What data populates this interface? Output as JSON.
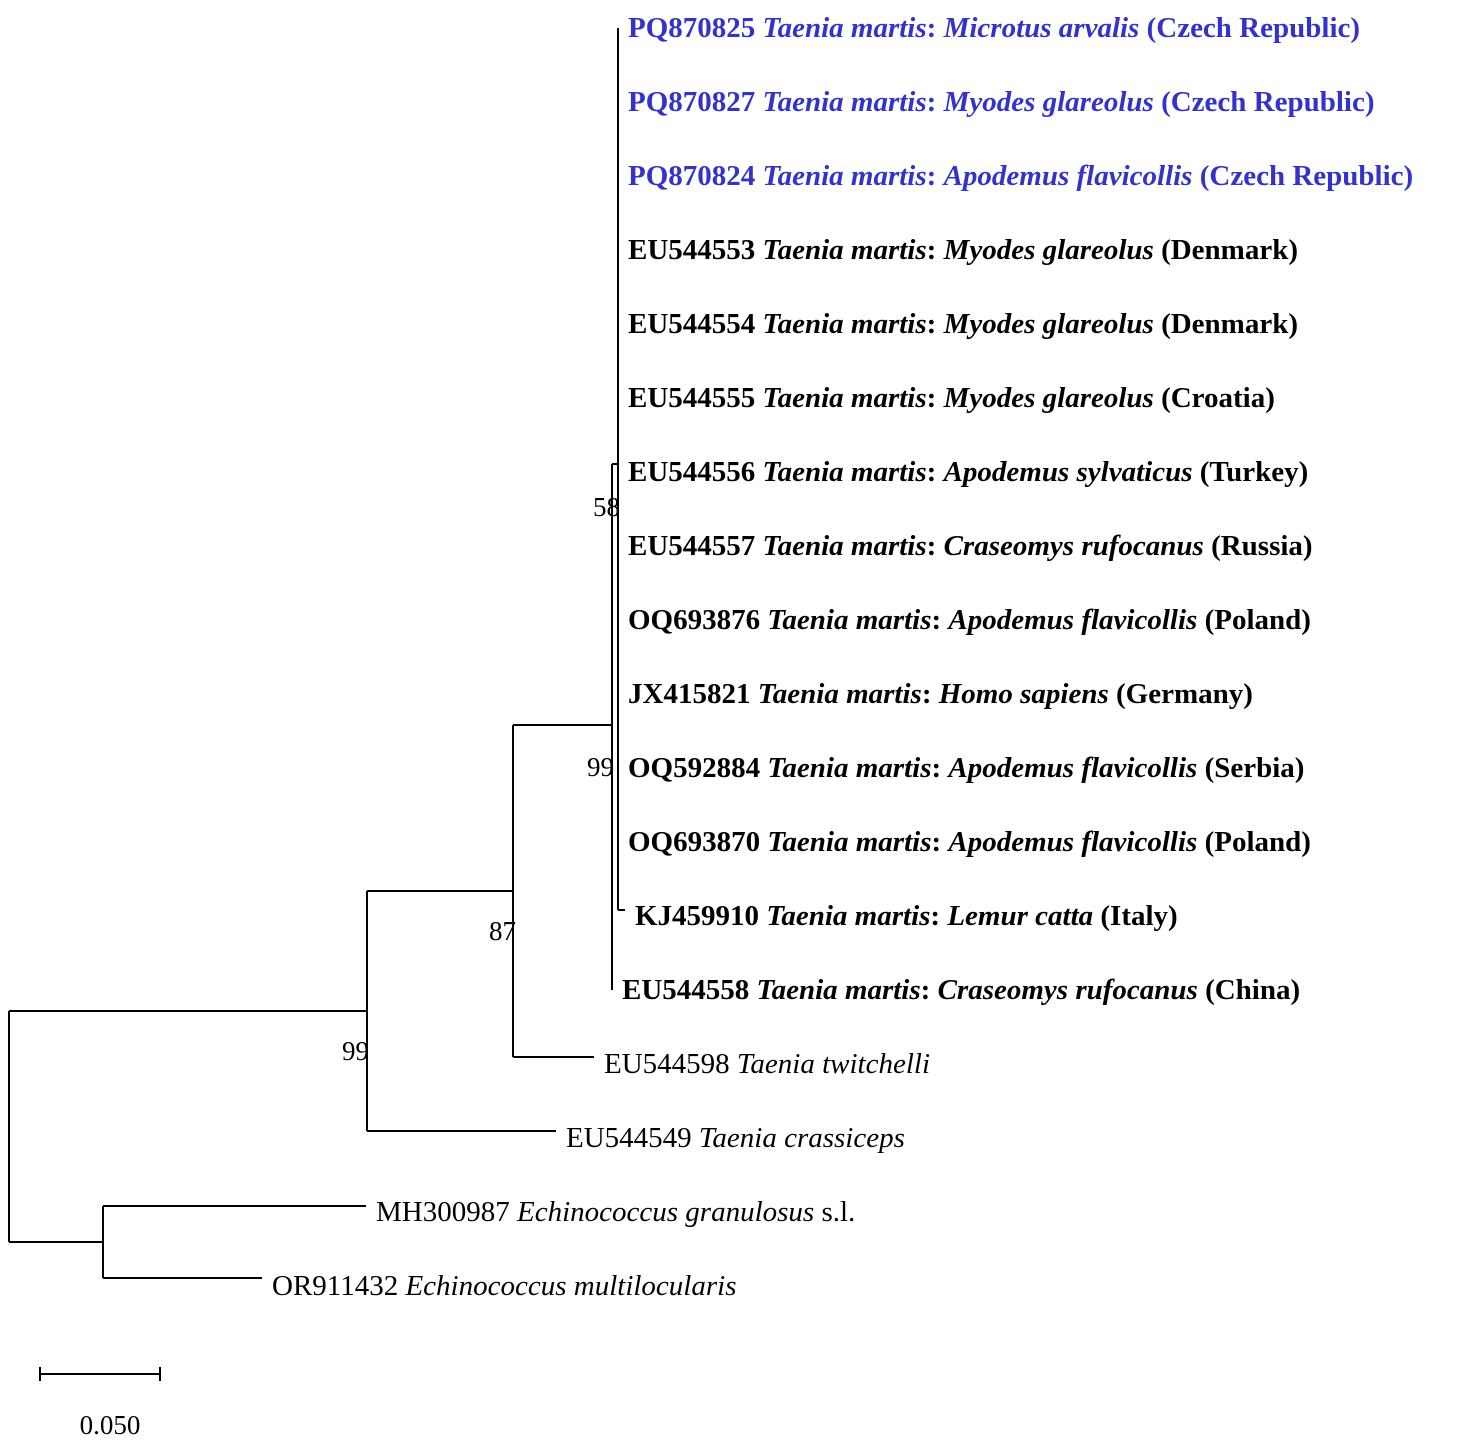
{
  "colors": {
    "highlight": "#3333cc",
    "default": "#000000"
  },
  "taxa": [
    {
      "accession": "PQ870825",
      "parasite": "Taenia martis",
      "host": "Microtus arvalis",
      "country": "Czech Republic",
      "style": "highlight"
    },
    {
      "accession": "PQ870827",
      "parasite": "Taenia martis",
      "host": "Myodes glareolus",
      "country": "Czech Republic",
      "style": "highlight"
    },
    {
      "accession": "PQ870824",
      "parasite": "Taenia martis",
      "host": "Apodemus flavicollis",
      "country": "Czech Republic",
      "style": "highlight"
    },
    {
      "accession": "EU544553",
      "parasite": "Taenia martis",
      "host": "Myodes glareolus",
      "country": "Denmark",
      "style": "bold"
    },
    {
      "accession": "EU544554",
      "parasite": "Taenia martis",
      "host": "Myodes glareolus",
      "country": "Denmark",
      "style": "bold"
    },
    {
      "accession": "EU544555",
      "parasite": "Taenia martis",
      "host": "Myodes glareolus",
      "country": "Croatia",
      "style": "bold"
    },
    {
      "accession": "EU544556",
      "parasite": "Taenia martis",
      "host": "Apodemus sylvaticus",
      "country": "Turkey",
      "style": "bold"
    },
    {
      "accession": "EU544557",
      "parasite": "Taenia martis",
      "host": "Craseomys rufocanus",
      "country": "Russia",
      "style": "bold"
    },
    {
      "accession": "OQ693876",
      "parasite": "Taenia martis",
      "host": "Apodemus flavicollis",
      "country": "Poland",
      "style": "bold"
    },
    {
      "accession": "JX415821",
      "parasite": "Taenia martis",
      "host": "Homo sapiens",
      "country": "Germany",
      "style": "bold"
    },
    {
      "accession": "OQ592884",
      "parasite": "Taenia martis",
      "host": "Apodemus flavicollis",
      "country": "Serbia",
      "style": "bold"
    },
    {
      "accession": "OQ693870",
      "parasite": "Taenia martis",
      "host": "Apodemus flavicollis",
      "country": "Poland",
      "style": "bold"
    },
    {
      "accession": "KJ459910",
      "parasite": "Taenia martis",
      "host": "Lemur catta",
      "country": "Italy",
      "style": "bold"
    },
    {
      "accession": "EU544558",
      "parasite": "Taenia martis",
      "host": "Craseomys rufocanus",
      "country": "China",
      "style": "bold"
    },
    {
      "accession": "EU544598",
      "parasite": "Taenia twitchelli",
      "host": "",
      "country": "",
      "suffix": "",
      "style": "normal"
    },
    {
      "accession": "EU544549",
      "parasite": "Taenia crassiceps",
      "host": "",
      "country": "",
      "suffix": "",
      "style": "normal"
    },
    {
      "accession": "MH300987",
      "parasite": "Echinococcus granulosus",
      "host": "",
      "country": "",
      "suffix": "s.l.",
      "style": "normal"
    },
    {
      "accession": "OR911432",
      "parasite": "Echinococcus multilocularis",
      "host": "",
      "country": "",
      "suffix": "",
      "style": "normal"
    }
  ],
  "bootstrap": [
    "58",
    "99",
    "87",
    "99"
  ],
  "scale_bar": {
    "value": 0.05,
    "label": "0.050"
  }
}
